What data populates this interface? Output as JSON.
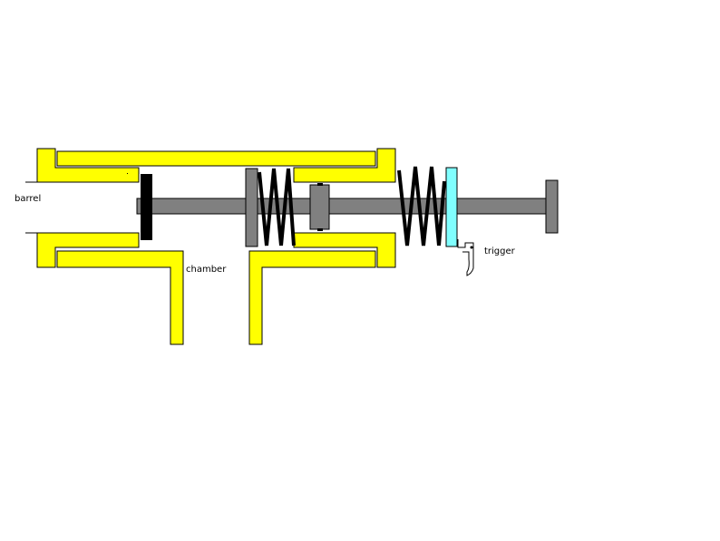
{
  "labels": {
    "barrel": "barrel",
    "chamber": "chamber",
    "trigger": "trigger"
  },
  "colors": {
    "housing": "#ffff00",
    "rod": "#808080",
    "seal": "#000000",
    "trigger_plate": "#80ffff",
    "spring": "#000000",
    "outline": "#000000"
  }
}
